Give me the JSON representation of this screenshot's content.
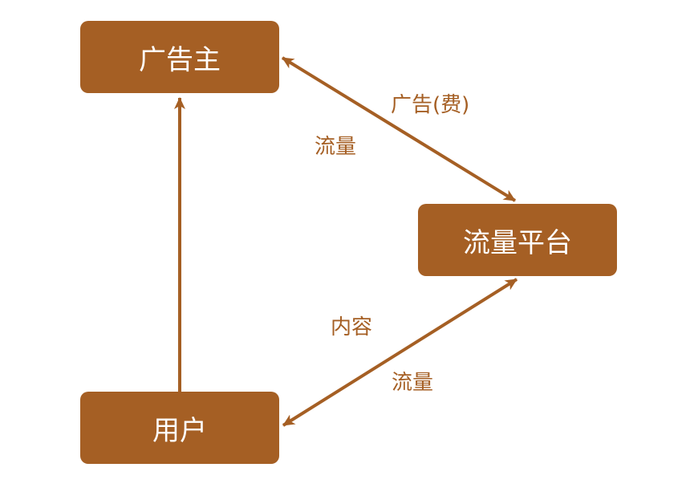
{
  "nodes": {
    "advertiser": "广告主",
    "platform": "流量平台",
    "user": "用户"
  },
  "edge_labels": {
    "ad_fee": "广告(费)",
    "traffic_top": "流量",
    "content": "内容",
    "traffic_bottom": "流量"
  },
  "colors": {
    "node_fill": "#A55F24",
    "node_text": "#FFFFFF",
    "edge": "#A55F24",
    "label": "#A55F24"
  }
}
